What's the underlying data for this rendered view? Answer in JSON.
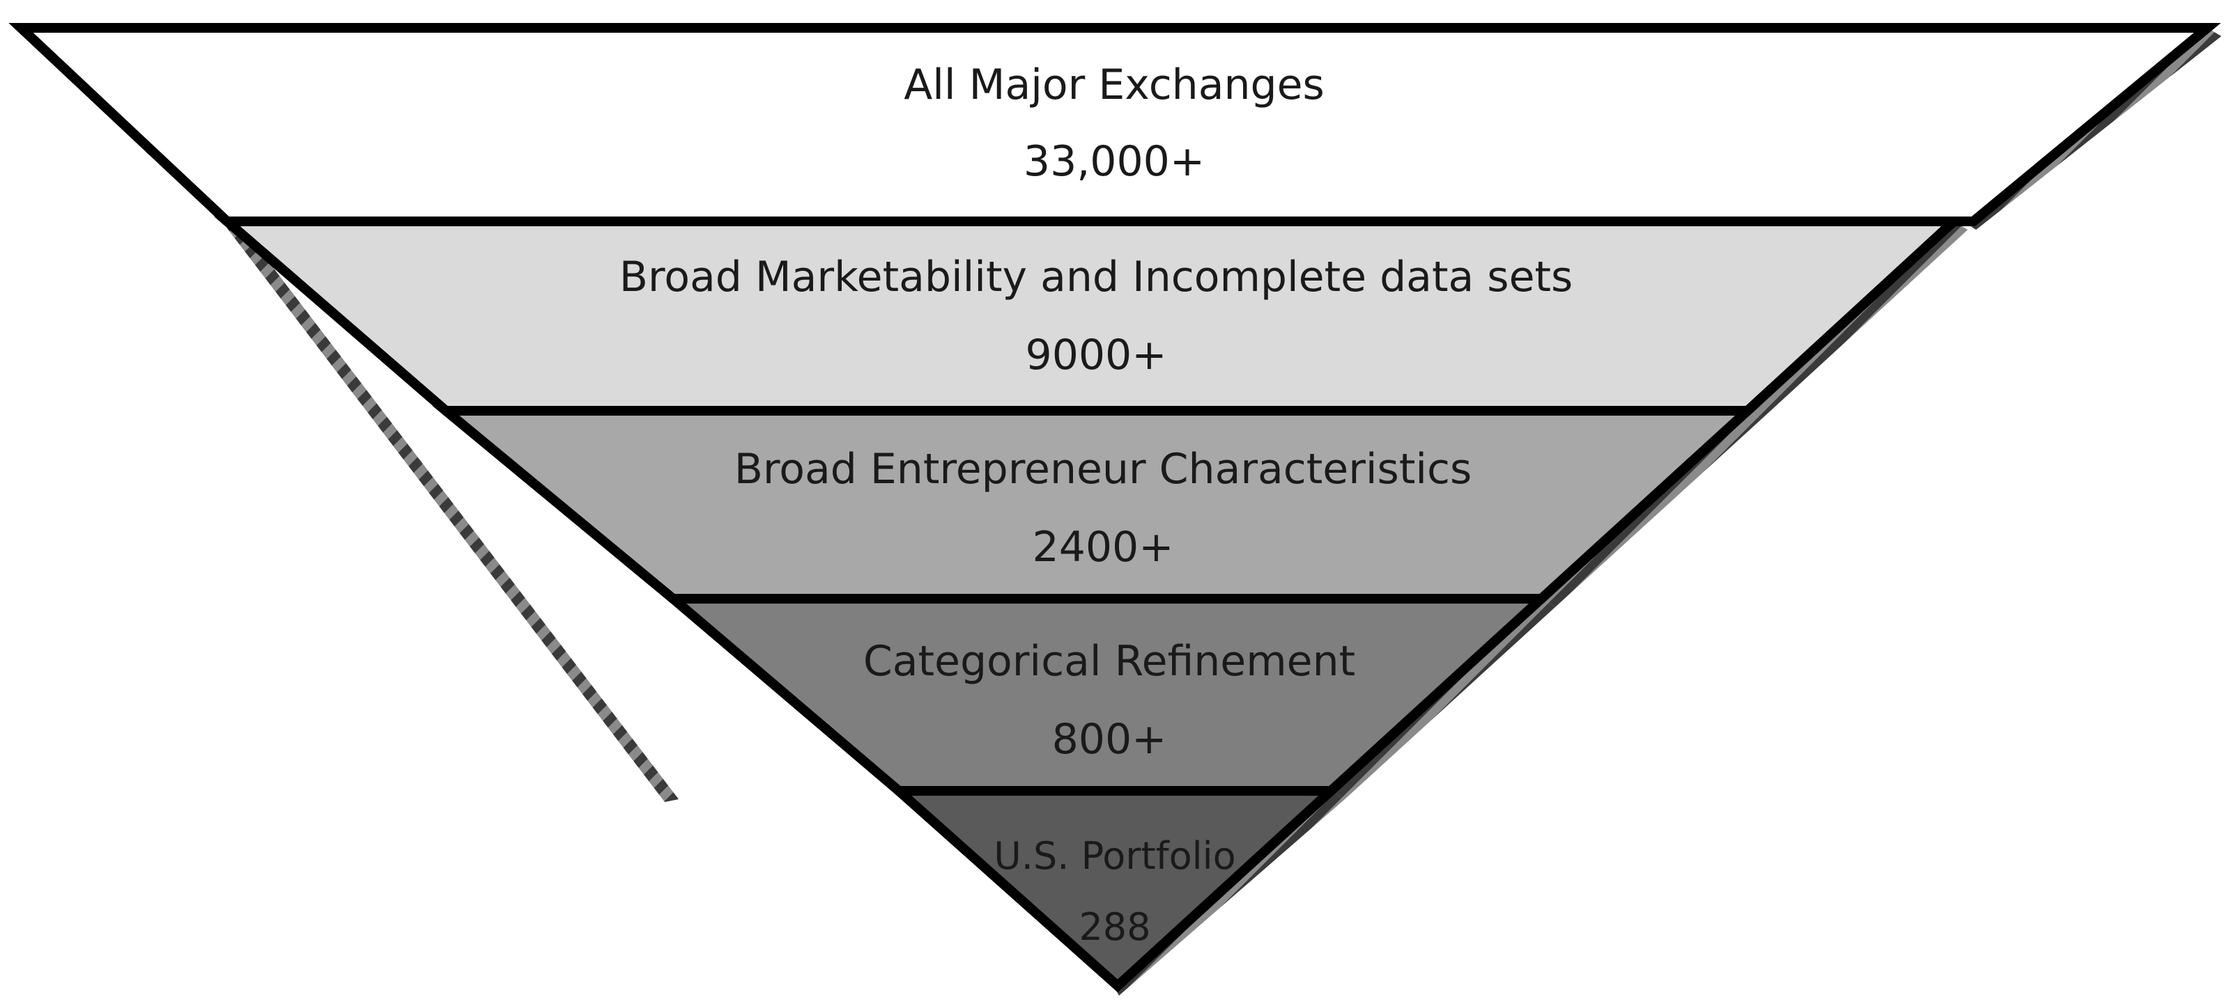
{
  "funnel": {
    "levels": [
      {
        "label": "All Major Exchanges",
        "count": "33,000+",
        "color": "#ffffff"
      },
      {
        "label": "Broad Marketability and Incomplete data sets",
        "count": "9000+",
        "color": "#dadada"
      },
      {
        "label": "Broad Entrepreneur Characteristics",
        "count": "2400+",
        "color": "#a8a8a8"
      },
      {
        "label": "Categorical Refinement",
        "count": "800+",
        "color": "#7f7f7f"
      },
      {
        "label": "U.S. Portfolio",
        "count": "288",
        "color": "#5a5a5a"
      }
    ],
    "outline_color": "#000000",
    "shadow_color": "#7a7a7a"
  }
}
